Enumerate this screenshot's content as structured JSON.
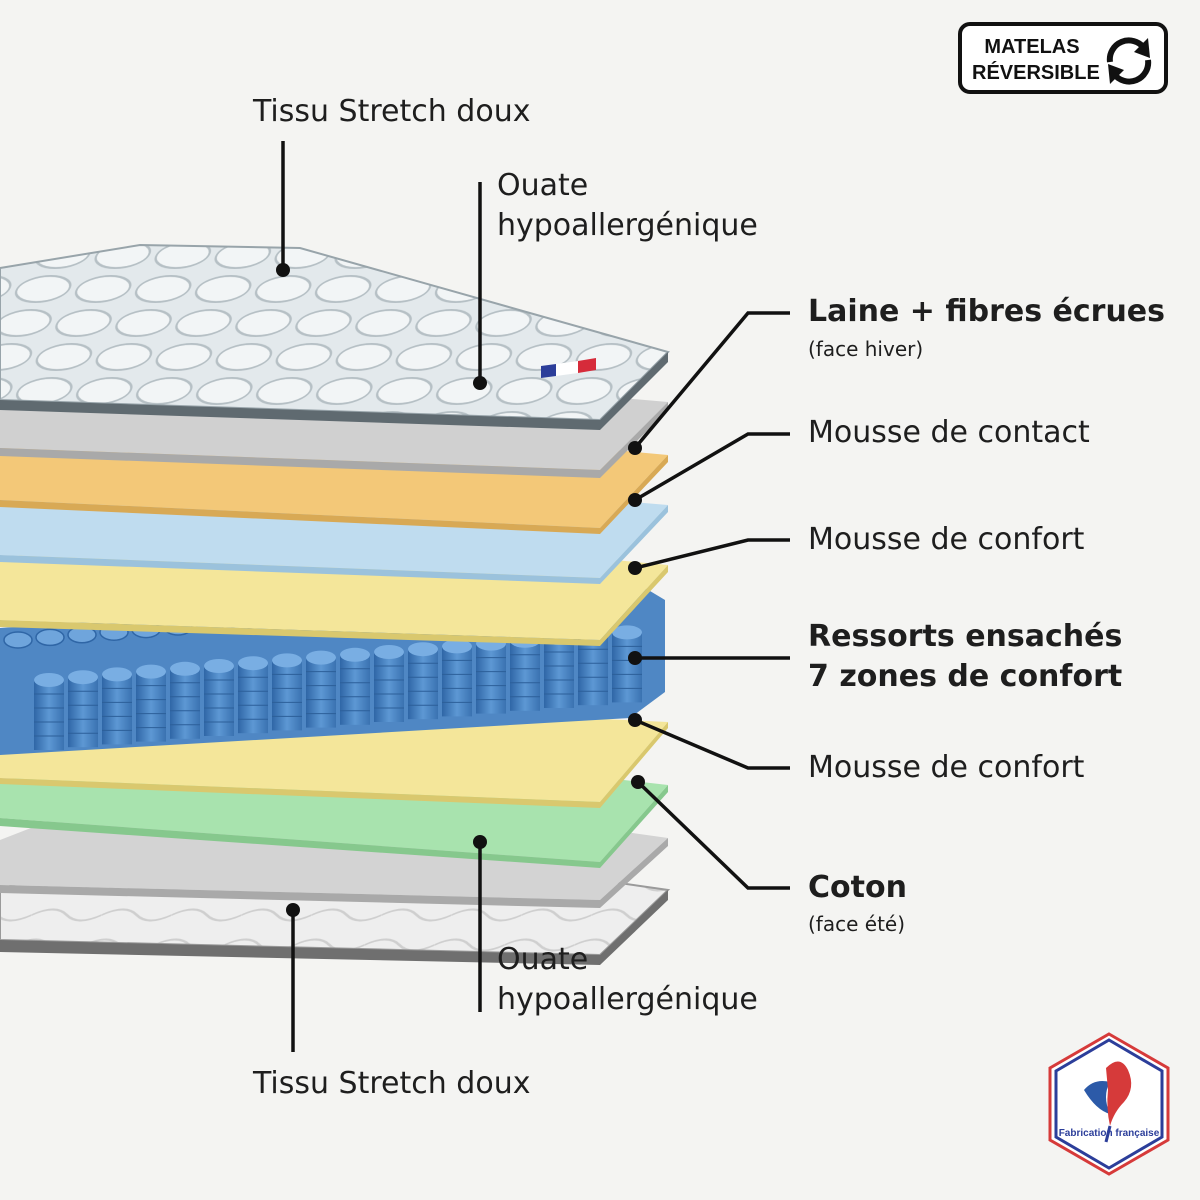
{
  "badge": {
    "line1": "MATELAS",
    "line2": "RÉVERSIBLE",
    "icon": "reversible-arrows-icon"
  },
  "labels": {
    "top_fabric": "Tissu Stretch doux",
    "top_wadding_1": "Ouate",
    "top_wadding_2": "hypoallergénique",
    "wool": "Laine + fibres écrues",
    "wool_sub": "(face hiver)",
    "contact_foam": "Mousse de contact",
    "comfort_foam_top": "Mousse de confort",
    "springs_1": "Ressorts ensachés",
    "springs_2": "7 zones de confort",
    "comfort_foam_bottom": "Mousse de confort",
    "cotton": "Coton",
    "cotton_sub": "(face été)",
    "bottom_wadding_1": "Ouate",
    "bottom_wadding_2": "hypoallergénique",
    "bottom_fabric": "Tissu Stretch doux"
  },
  "logo": {
    "text": "Fabrication française",
    "icon": "french-rooster-icon"
  },
  "colors": {
    "background": "#f4f4f2",
    "fabric": "#dfe5e8",
    "wadding": "#c9c9c9",
    "wool": "#f3c878",
    "contact_foam": "#bfdcef",
    "comfort_foam": "#f4e69a",
    "springs": "#4f87c4",
    "cotton": "#a8e3ae",
    "leader": "#111111"
  }
}
